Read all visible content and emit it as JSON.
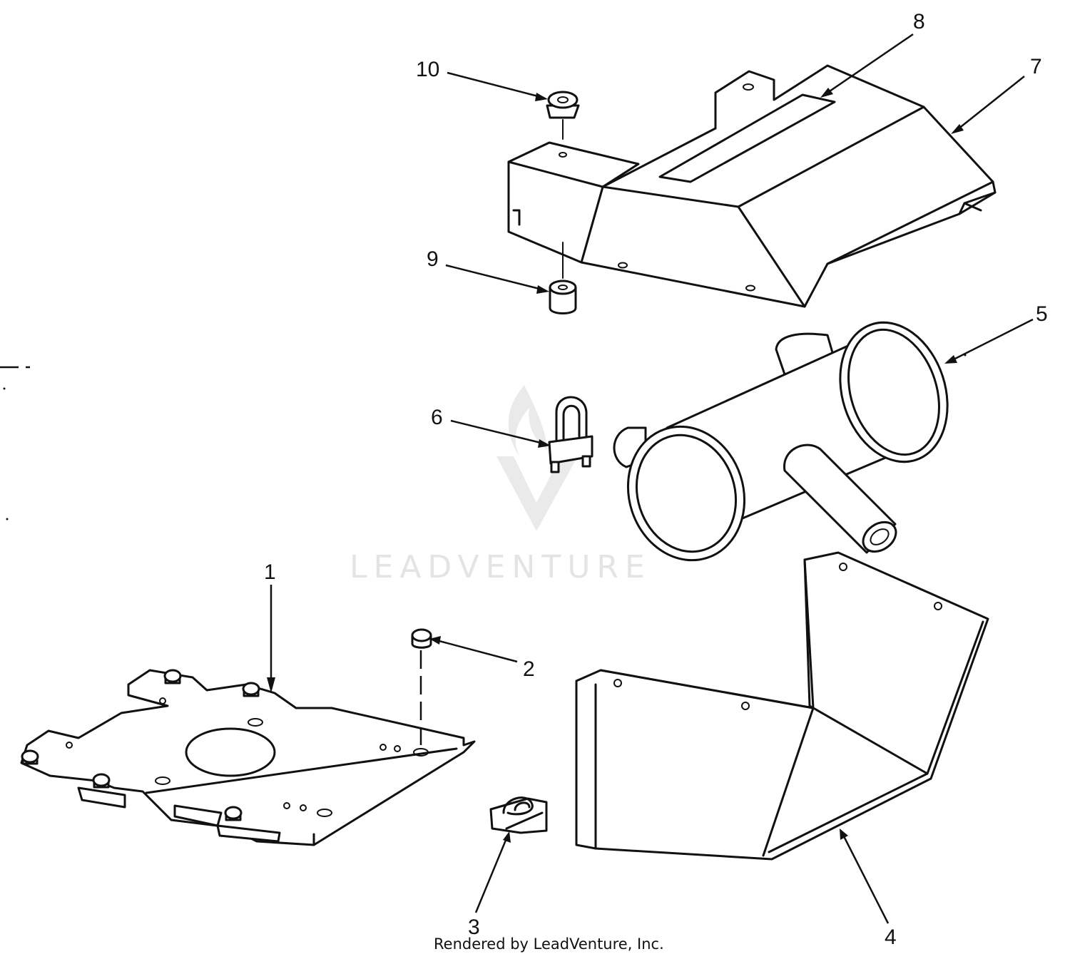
{
  "callouts": [
    {
      "id": "1",
      "label": "1"
    },
    {
      "id": "2",
      "label": "2"
    },
    {
      "id": "3",
      "label": "3"
    },
    {
      "id": "4",
      "label": "4"
    },
    {
      "id": "5",
      "label": "5"
    },
    {
      "id": "6",
      "label": "6"
    },
    {
      "id": "7",
      "label": "7"
    },
    {
      "id": "8",
      "label": "8"
    },
    {
      "id": "9",
      "label": "9"
    },
    {
      "id": "10",
      "label": "10"
    }
  ],
  "watermark": {
    "text": "LEADVENTURE",
    "color": "#e4e4e4"
  },
  "credit": {
    "text": "Rendered by LeadVenture, Inc."
  },
  "colors": {
    "line": "#111111",
    "background": "#ffffff"
  }
}
